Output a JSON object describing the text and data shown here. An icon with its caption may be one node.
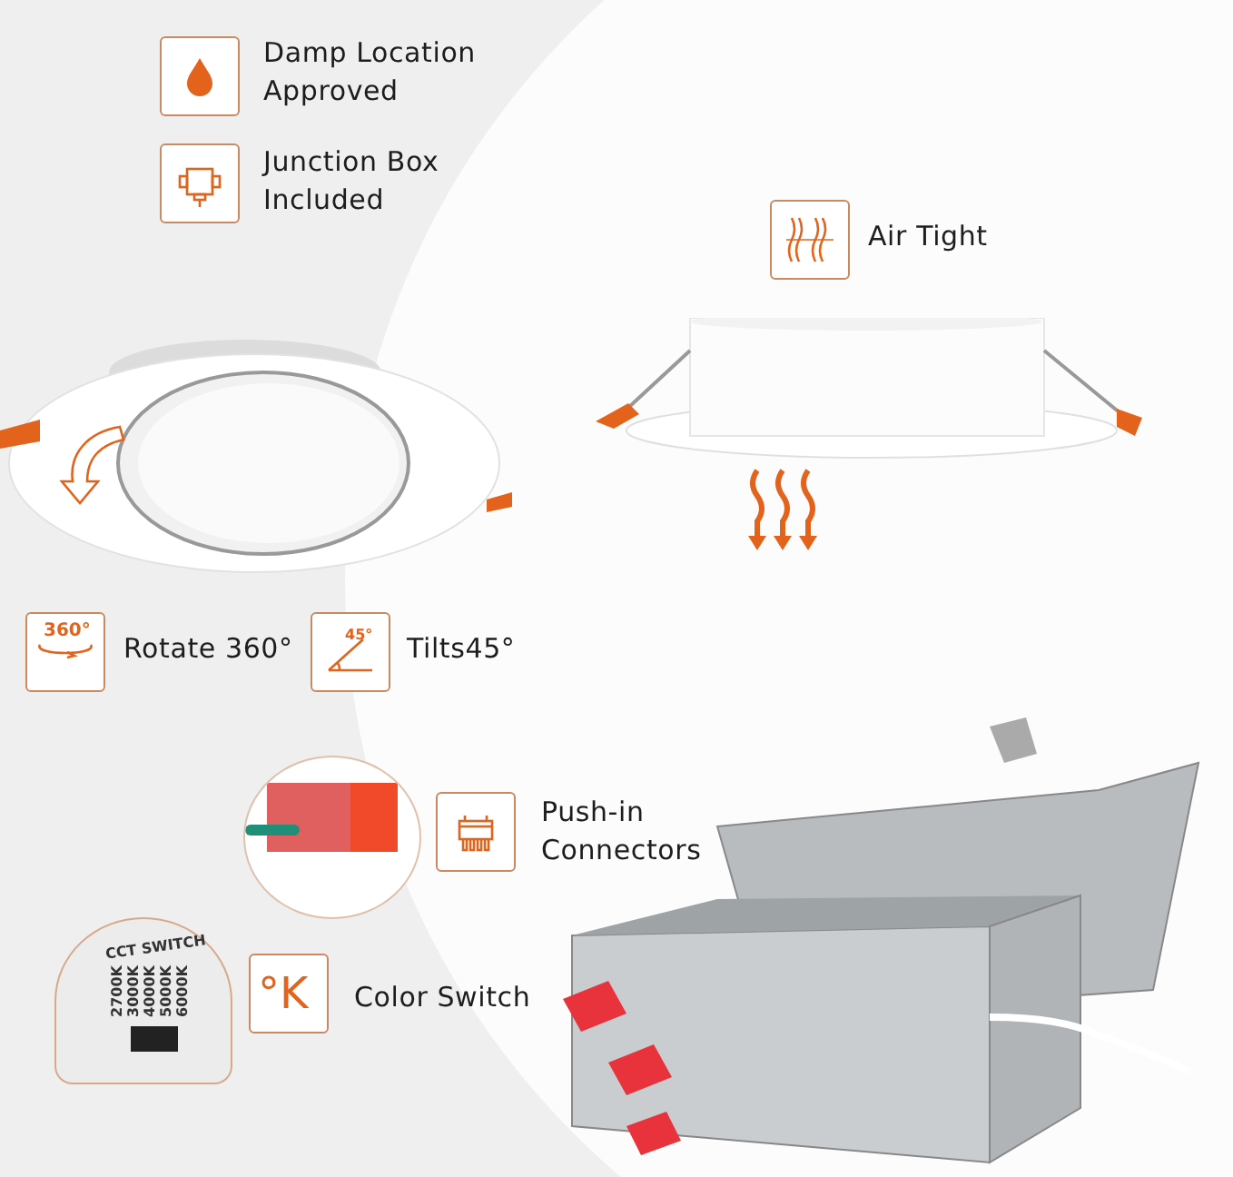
{
  "diagram": {
    "labels": [
      "Damp Location Approved",
      "Junction Box Included",
      "Air Tight",
      "360°",
      "Rotate 360°",
      "45°",
      "Tilts45°",
      "Push-in Connectors",
      "CCT SWITCH",
      "2700K",
      "3000K",
      "4000K",
      "5000K",
      "6000K",
      "°K",
      "Color Switch"
    ]
  }
}
